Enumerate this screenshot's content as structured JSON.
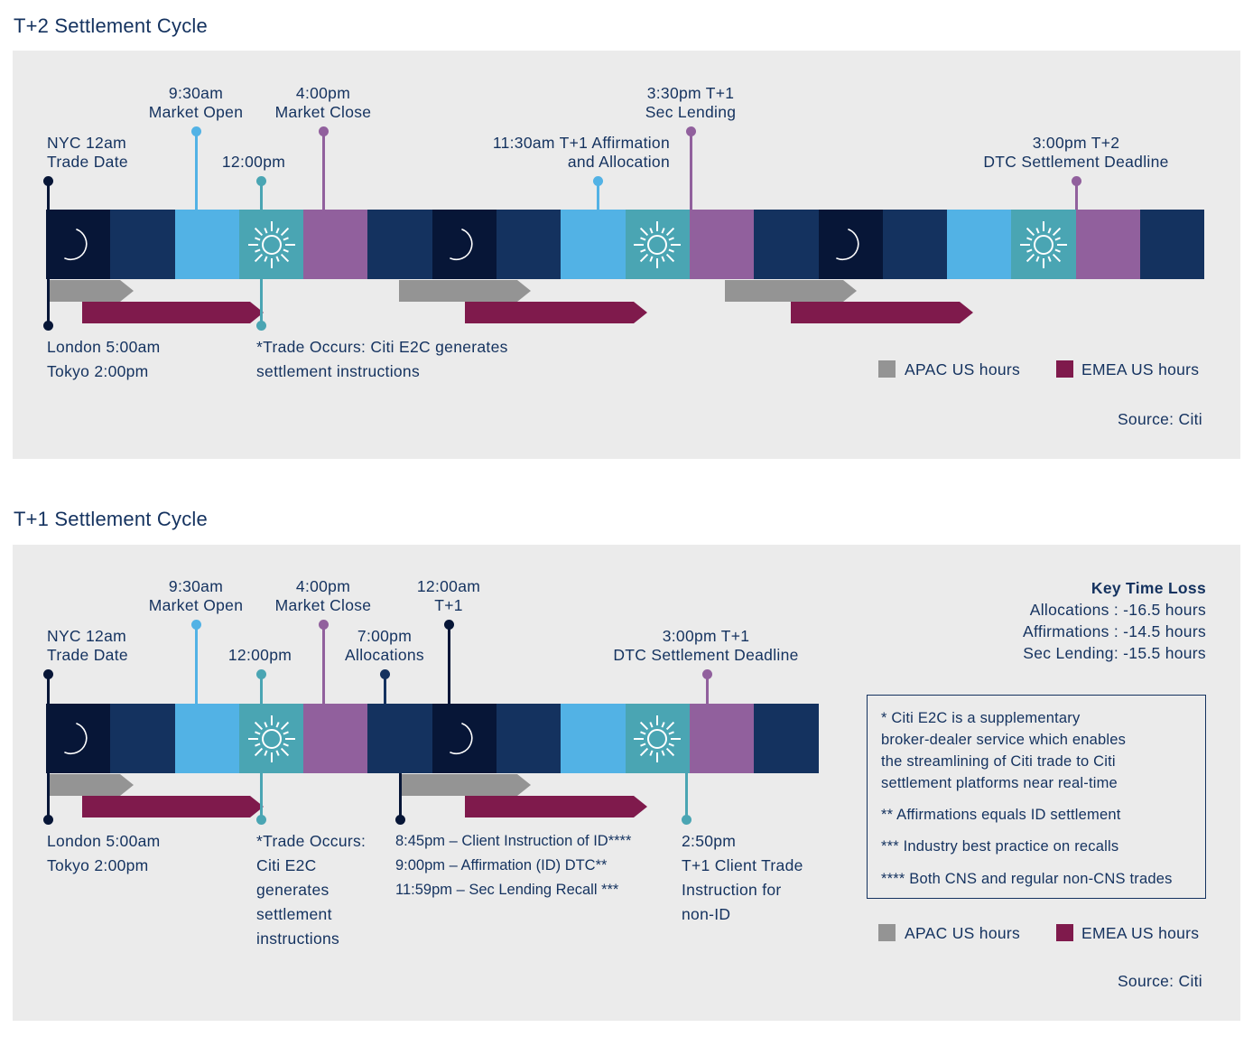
{
  "colors": {
    "night": "#071637",
    "dark_navy": "#14325f",
    "light_blue": "#52b2e5",
    "teal": "#4aa5b3",
    "purple": "#91609d",
    "apac_gray": "#949494",
    "emea_maroon": "#7f1a4c",
    "panel_bg": "#ebebeb",
    "text": "#14325f"
  },
  "t2": {
    "title": "T+2 Settlement Cycle",
    "segments": [
      "night",
      "navy",
      "lightblue",
      "teal",
      "purple",
      "navy",
      "night",
      "navy",
      "lightblue",
      "teal",
      "purple",
      "navy",
      "night",
      "navy",
      "lightblue",
      "teal",
      "purple",
      "navy"
    ],
    "segment_icons": {
      "0": "moon-icon",
      "3": "sun-icon",
      "6": "moon-icon",
      "9": "sun-icon",
      "12": "moon-icon",
      "15": "sun-icon"
    },
    "labels": {
      "nyc_line1": "NYC 12am",
      "nyc_line2": "Trade Date",
      "open_line1": "9:30am",
      "open_line2": "Market Open",
      "noon": "12:00pm",
      "close_line1": "4:00pm",
      "close_line2": "Market Close",
      "affirm_line1": "11:30am T+1 Affirmation",
      "affirm_line2": "and Allocation",
      "seclend_line1": "3:30pm T+1",
      "seclend_line2": "Sec Lending",
      "dtc_line1": "3:00pm T+2",
      "dtc_line2": "DTC Settlement Deadline",
      "london": "London 5:00am",
      "tokyo": "Tokyo 2:00pm",
      "trade_line1": "*Trade Occurs: Citi E2C generates",
      "trade_line2": "settlement instructions"
    },
    "legend": {
      "apac": "APAC US hours",
      "emea": "EMEA US hours"
    },
    "source": "Source: Citi"
  },
  "t1": {
    "title": "T+1 Settlement Cycle",
    "segments": [
      "night",
      "navy",
      "lightblue",
      "teal",
      "purple",
      "navy",
      "night",
      "navy",
      "lightblue",
      "teal",
      "purple",
      "navy"
    ],
    "segment_icons": {
      "0": "moon-icon",
      "3": "sun-icon",
      "6": "moon-icon",
      "9": "sun-icon"
    },
    "labels": {
      "nyc_line1": "NYC 12am",
      "nyc_line2": "Trade Date",
      "open_line1": "9:30am",
      "open_line2": "Market Open",
      "noon": "12:00pm",
      "close_line1": "4:00pm",
      "close_line2": "Market Close",
      "alloc_line1": "7:00pm",
      "alloc_line2": "Allocations",
      "midnight_line1": "12:00am",
      "midnight_line2": "T+1",
      "dtc_line1": "3:00pm T+1",
      "dtc_line2": "DTC Settlement Deadline",
      "london": "London 5:00am",
      "tokyo": "Tokyo 2:00pm",
      "trade": [
        "*Trade Occurs:",
        "Citi E2C",
        "generates",
        "settlement",
        "instructions"
      ],
      "evening": [
        "8:45pm – Client Instruction of ID****",
        "9:00pm – Affirmation (ID) DTC**",
        "11:59pm – Sec Lending Recall ***"
      ],
      "client": [
        "2:50pm",
        "T+1 Client Trade",
        "Instruction for",
        "non-ID"
      ]
    },
    "key_time_loss": {
      "title": "Key Time Loss",
      "items": [
        "Allocations : -16.5 hours",
        "Affirmations : -14.5 hours",
        "Sec Lending: -15.5 hours"
      ]
    },
    "notes": {
      "e2c": [
        "* Citi E2C is a supplementary",
        "broker-dealer service which enables",
        "the streamlining of Citi trade to Citi",
        "settlement platforms near real-time"
      ],
      "affirmations": "** Affirmations equals ID settlement",
      "recalls": "*** Industry best practice on recalls",
      "cns": "**** Both CNS and regular non-CNS trades"
    },
    "legend": {
      "apac": "APAC US hours",
      "emea": "EMEA US hours"
    },
    "source": "Source: Citi"
  }
}
